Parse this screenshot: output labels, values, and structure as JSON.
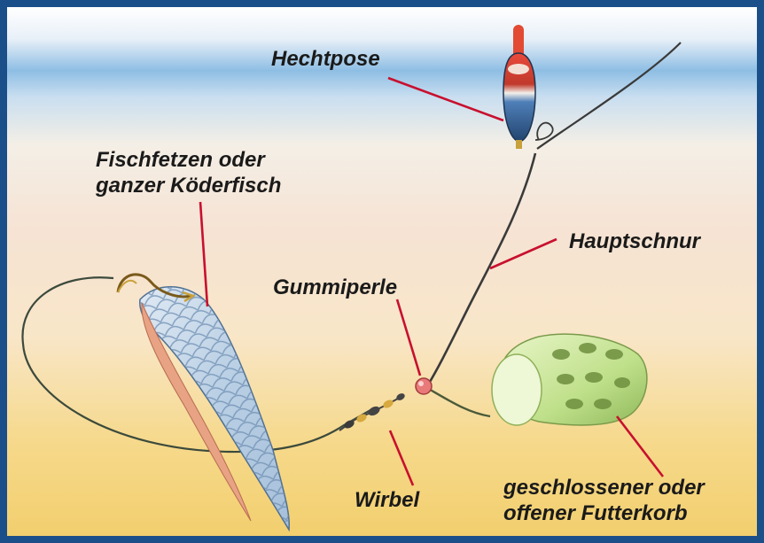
{
  "colors": {
    "border": "#1b4f8a",
    "leader_lines": "#c8102e",
    "water_top": "#7fb3dc",
    "sand": "#f3d37a"
  },
  "labels": {
    "float": "Hechtpose",
    "bait_line1": "Fischfetzen oder",
    "bait_line2": "ganzer Köderfisch",
    "main_line": "Hauptschnur",
    "bead": "Gummiperle",
    "swivel": "Wirbel",
    "feeder_line1": "geschlossener oder",
    "feeder_line2": "offener Futterkorb"
  }
}
